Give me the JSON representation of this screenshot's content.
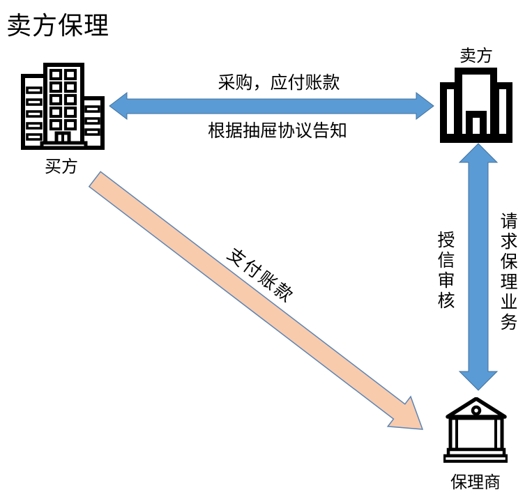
{
  "title": "卖方保理",
  "colors": {
    "background": "#FFFFFF",
    "text": "#000000",
    "icon-black": "#000000",
    "arrow-blue": "#5B9BD5",
    "arrow-blue-outline": "#41719C",
    "arrow-peach": "#F8CBAD",
    "arrow-peach-outline": "#5B84B4"
  },
  "nodes": {
    "buyer": {
      "label": "买方",
      "icon": "city-buildings-icon"
    },
    "seller": {
      "label": "卖方",
      "icon": "office-building-icon"
    },
    "factor": {
      "label": "保理商",
      "icon": "bank-icon"
    }
  },
  "edges": {
    "buyer_seller": {
      "type": "double-headed-horizontal-arrow",
      "label_top": "采购，应付账款",
      "label_bottom": "根据抽屉协议告知"
    },
    "seller_factor": {
      "type": "double-headed-vertical-arrow",
      "label_left": "授信审核",
      "label_right": "请求保理业务"
    },
    "buyer_factor": {
      "type": "single-headed-diagonal-arrow",
      "label": "支付账款"
    }
  }
}
